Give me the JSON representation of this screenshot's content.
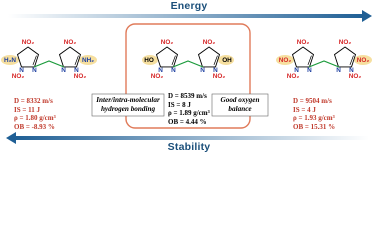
{
  "top_arrow": {
    "label": "Energy"
  },
  "bottom_arrow": {
    "label": "Stability"
  },
  "compounds": [
    {
      "props": {
        "D": "D = 8332 m/s",
        "IS": "IS = 11 J",
        "rho": "ρ = 1.80 g/cm³",
        "OB": "OB = -8.93 %"
      }
    },
    {
      "props": {
        "D": "D = 8539 m/s",
        "IS": "IS = 8 J",
        "rho": "ρ = 1.89 g/cm³",
        "OB": "OB = 4.44 %"
      }
    },
    {
      "props": {
        "D": "D = 9504 m/s",
        "IS": "IS = 4 J",
        "rho": "ρ = 1.93 g/cm³",
        "OB": "OB = 15.31 %"
      }
    }
  ],
  "notes": {
    "left": [
      "Inter/intra-molecular",
      "hydrogen bonding"
    ],
    "right": [
      "Good oxygen",
      "balance"
    ]
  },
  "groups": {
    "no2": "NO₂",
    "nh2": "H₂N",
    "nh2r": "NH₂",
    "oh": "HO",
    "ohr": "OH",
    "n": "N"
  },
  "colors": {
    "arrow": "#1f5f95",
    "highlight": "#f6df9f",
    "nitro": "#d62728",
    "frame": "#e07b5a"
  }
}
